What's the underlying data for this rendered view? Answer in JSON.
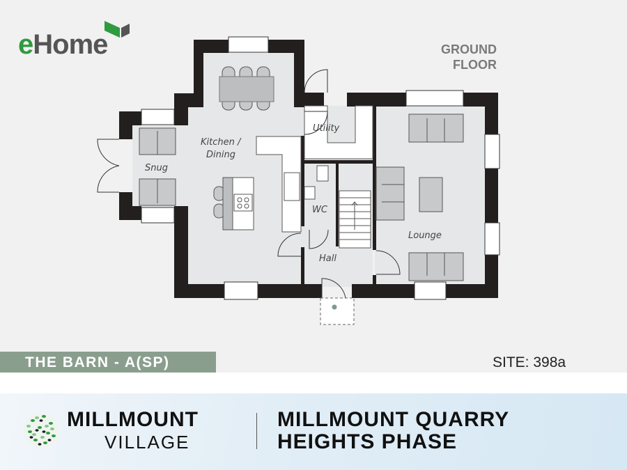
{
  "brand": {
    "logo_e": "e",
    "logo_home": "Home",
    "colors": {
      "green": "#2f9a3f",
      "grey": "#555555"
    }
  },
  "plan": {
    "floor_label_line1": "GROUND",
    "floor_label_line2": "FLOOR",
    "rooms": {
      "kitchen_line1": "Kitchen /",
      "kitchen_line2": "Dining",
      "snug": "Snug",
      "utility": "Utility",
      "wc": "WC",
      "hall": "Hall",
      "lounge": "Lounge"
    },
    "colors": {
      "wall": "#231f1e",
      "floor": "#e6e7e8",
      "furniture": "#c8c9cb",
      "background": "#f1f1f1"
    }
  },
  "house": {
    "name": "THE BARN - A(SP)",
    "site": "SITE: 398a",
    "tag_color": "#8a9e8e"
  },
  "footer": {
    "development_name": "MILLMOUNT",
    "development_sub": "VILLAGE",
    "phase_line1": "MILLMOUNT QUARRY",
    "phase_line2": "HEIGHTS PHASE"
  }
}
